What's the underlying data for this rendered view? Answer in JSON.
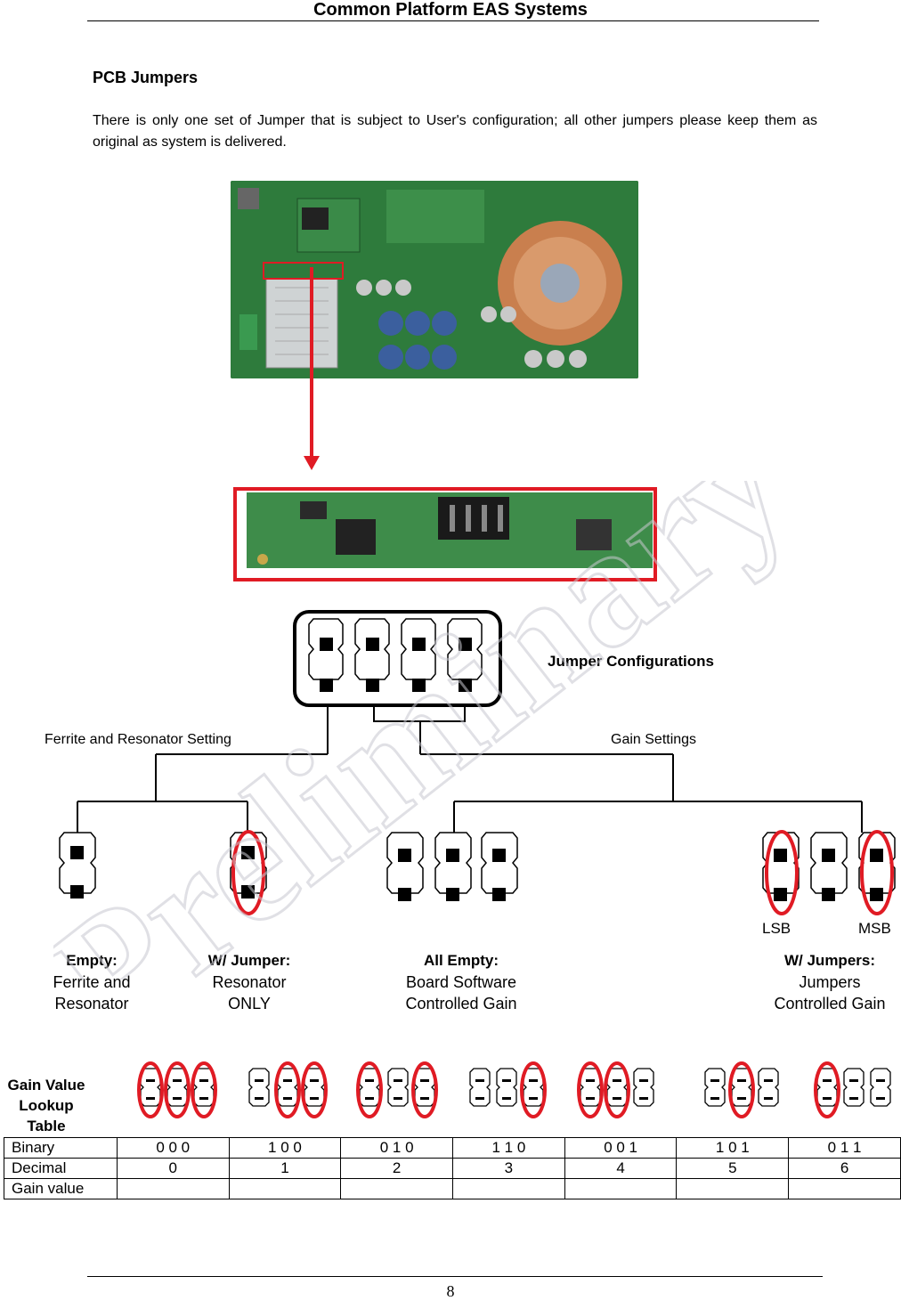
{
  "header": {
    "title": "Common Platform EAS Systems"
  },
  "section": {
    "title": "PCB Jumpers",
    "intro": "There is only one set of Jumper that is subject to User's configuration; all other jumpers please keep them as original as system is delivered."
  },
  "watermark": "Preliminary",
  "diagram": {
    "title": "Jumper Configurations",
    "left_branch": "Ferrite and Resonator Setting",
    "right_branch": "Gain Settings",
    "lsb": "LSB",
    "msb": "MSB",
    "options": [
      {
        "title": "Empty:",
        "line1": "Ferrite and",
        "line2": "Resonator"
      },
      {
        "title": "W/ Jumper:",
        "line1": "Resonator",
        "line2": "ONLY"
      },
      {
        "title": "All Empty:",
        "line1": "Board Software",
        "line2": "Controlled Gain"
      },
      {
        "title": "W/ Jumpers:",
        "line1": "Jumpers",
        "line2": "Controlled Gain"
      }
    ]
  },
  "lookup": {
    "label_line1": "Gain Value",
    "label_line2": "Lookup",
    "label_line3": "Table",
    "row_labels": [
      "Binary",
      "Decimal",
      "Gain value"
    ],
    "binary": [
      "0 0 0",
      "1 0 0",
      "0 1 0",
      "1 1 0",
      "0 0 1",
      "1 0 1",
      "0 1 1"
    ],
    "decimal": [
      "0",
      "1",
      "2",
      "3",
      "4",
      "5",
      "6"
    ],
    "gain": [
      "",
      "",
      "",
      "",
      "",
      "",
      ""
    ]
  },
  "footer": {
    "page": "8"
  },
  "colors": {
    "highlight": "#e01b24",
    "pcb": "#2f7a3a"
  }
}
